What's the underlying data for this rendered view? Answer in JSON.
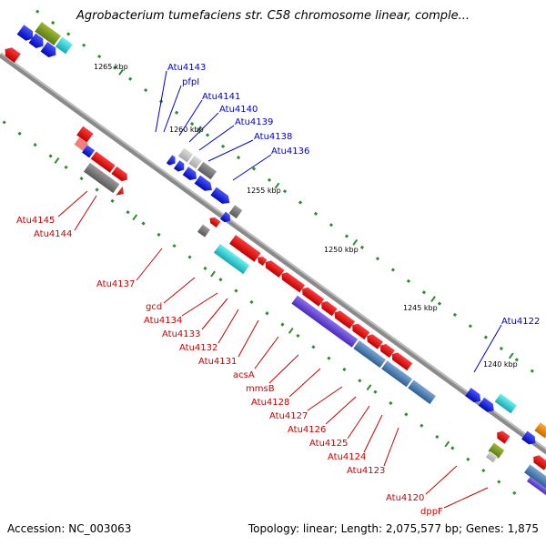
{
  "title": "Agrobacterium tumefaciens str. C58 chromosome linear, comple...",
  "accession": "Accession: NC_003063",
  "summary": "Topology: linear; Length: 2,075,577 bp; Genes: 1,875",
  "ticks": [
    "1265 kbp",
    "1260 kbp",
    "1255 kbp",
    "1250 kbp",
    "1245 kbp",
    "1240 kbp"
  ],
  "genes_top": [
    "Atu4143",
    "pfpI",
    "Atu4141",
    "Atu4140",
    "Atu4139",
    "Atu4138",
    "Atu4136",
    "Atu4122"
  ],
  "genes_bottom": [
    "Atu4145",
    "Atu4144",
    "Atu4137",
    "gcd",
    "Atu4134",
    "Atu4133",
    "Atu4132",
    "Atu4131",
    "acsA",
    "mmsB",
    "Atu4128",
    "Atu4127",
    "Atu4126",
    "Atu4125",
    "Atu4124",
    "Atu4123",
    "Atu4120",
    "dppF"
  ],
  "colors": {
    "forward": "#0a14e6",
    "reverse": "#e60a0a",
    "gray": "#8c8c8c",
    "cyan": "#28d2d7",
    "olive": "#7a9a1e",
    "purple": "#6a4ad6",
    "steelblue": "#4a7fb5",
    "orange": "#f08c14"
  }
}
